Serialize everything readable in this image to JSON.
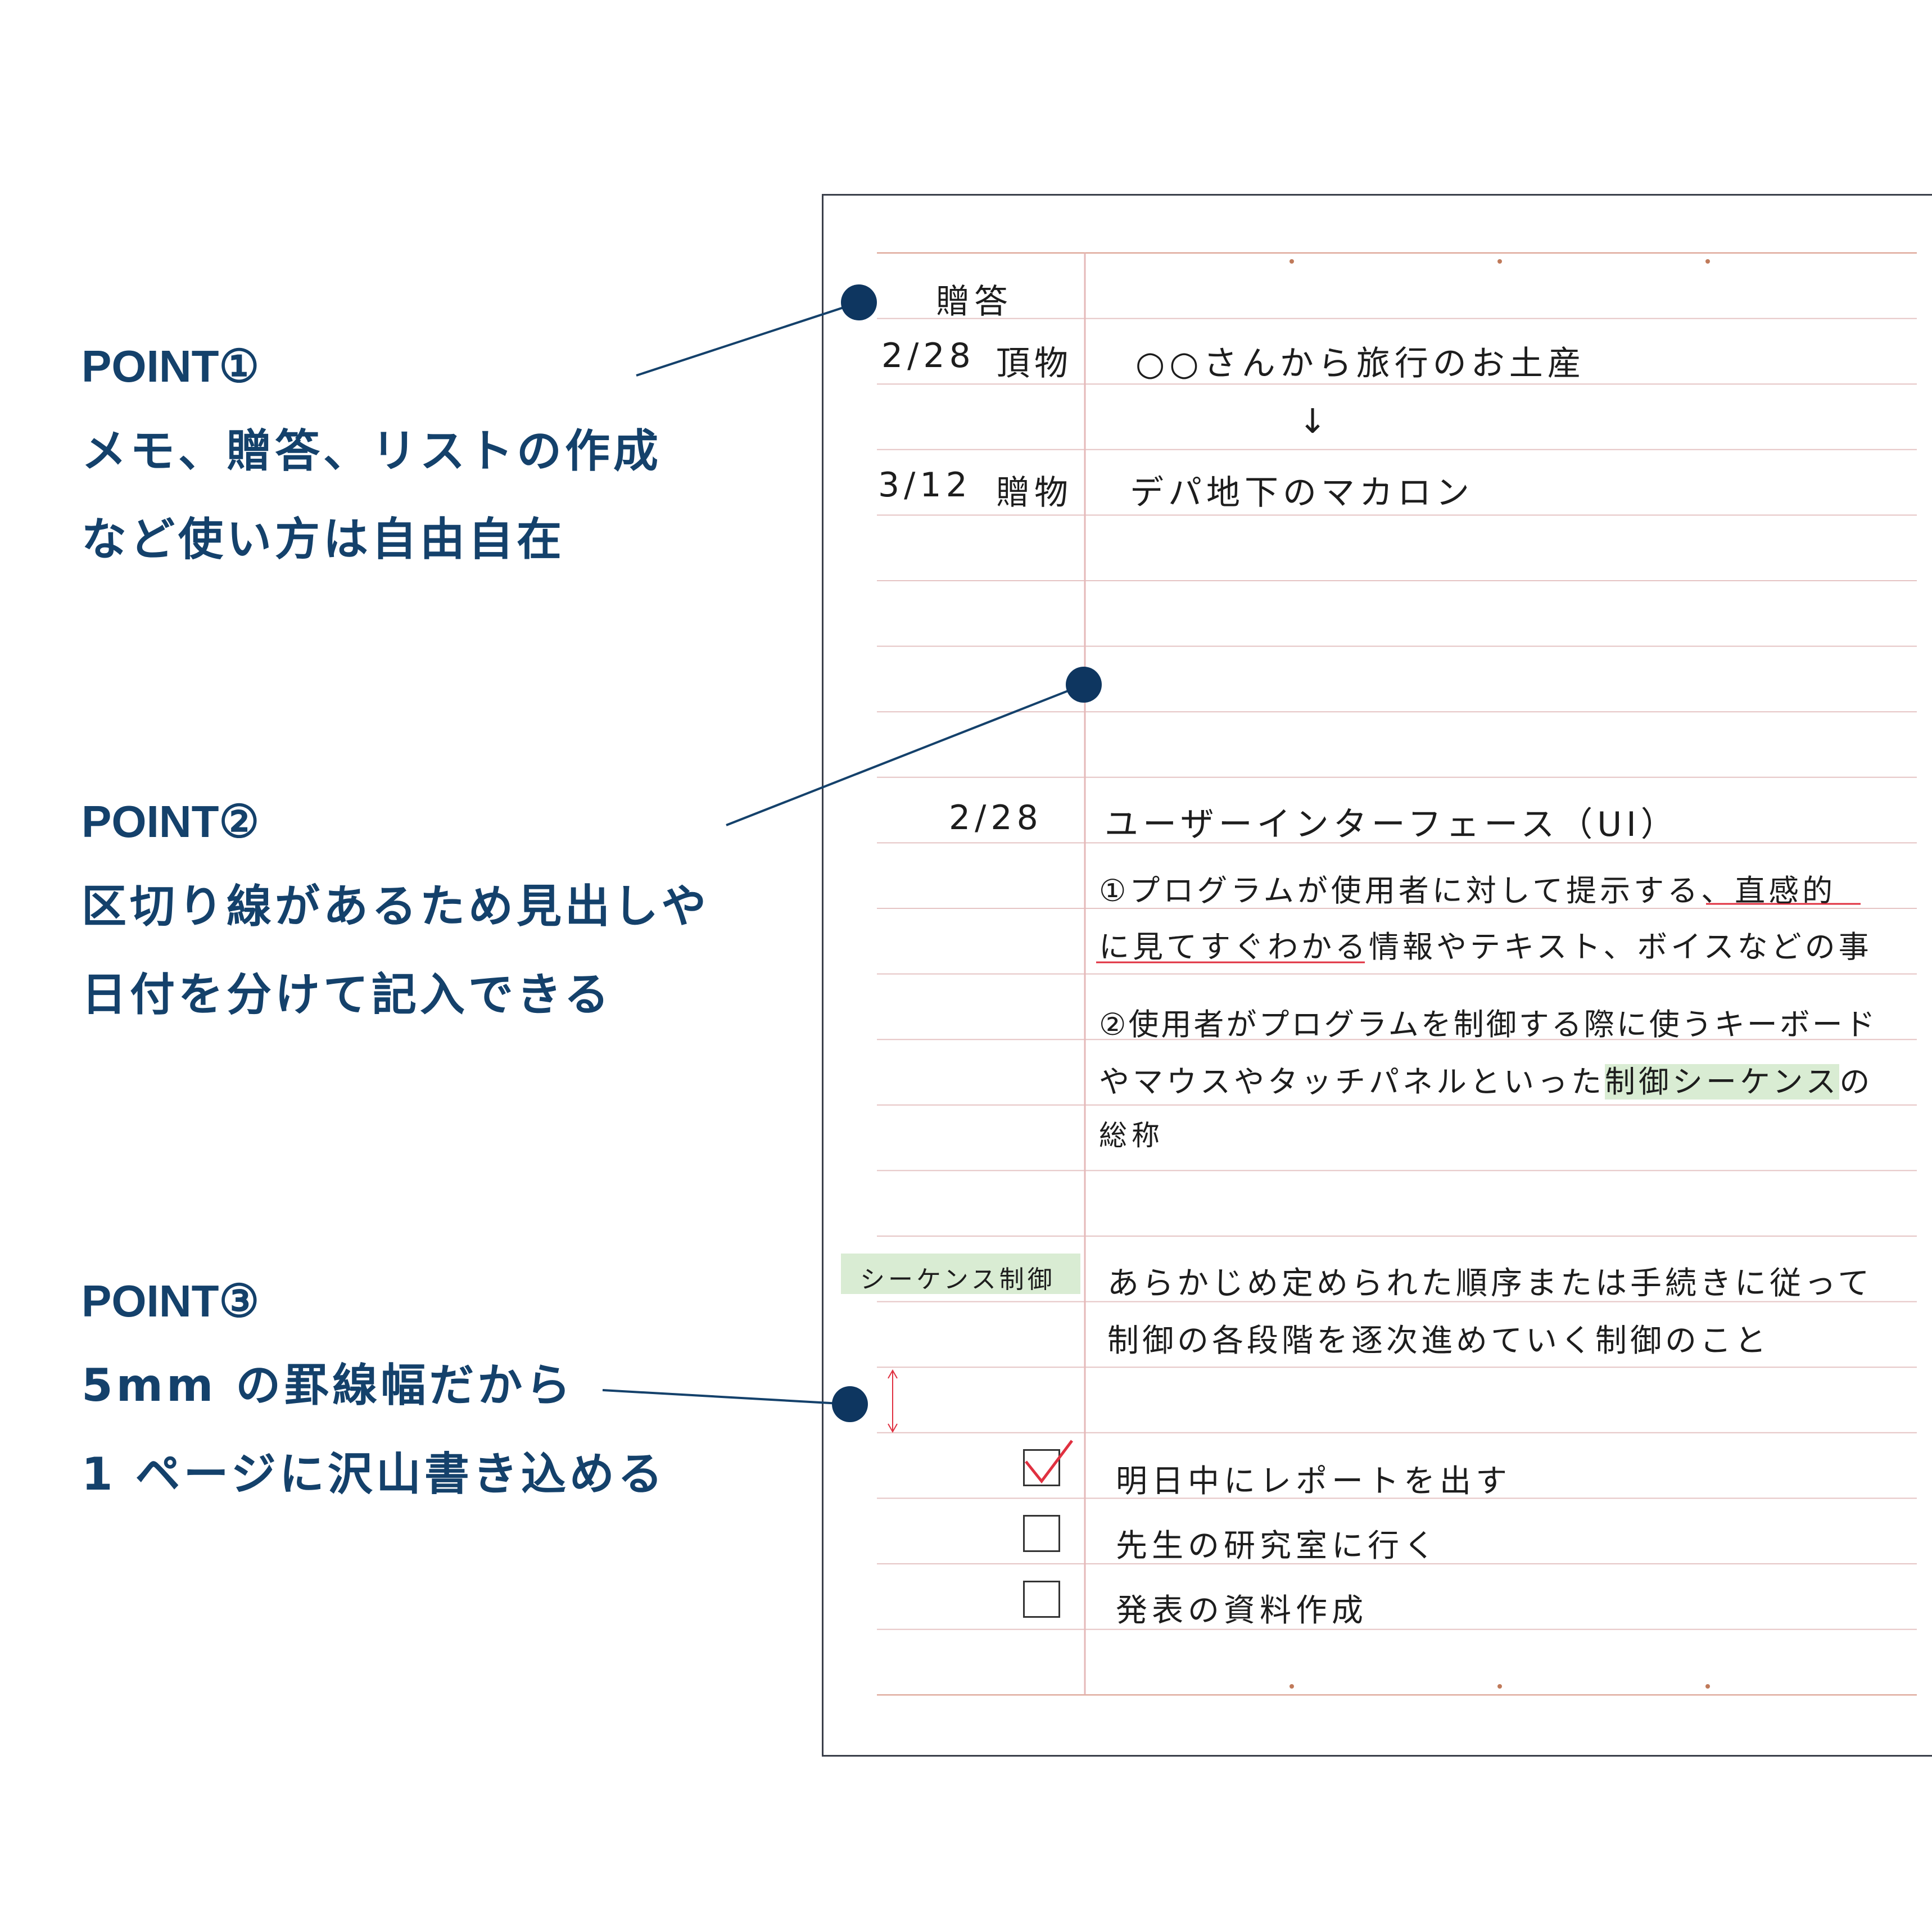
{
  "points": [
    {
      "heading": "POINT①",
      "lines": [
        "メモ、贈答、リストの作成",
        "など使い方は自由自在"
      ]
    },
    {
      "heading": "POINT②",
      "lines": [
        "区切り線があるため見出しや",
        "日付を分けて記入できる"
      ]
    },
    {
      "heading": "POINT③",
      "lines": [
        "5mm の罫線幅だから",
        "1 ページに沢山書き込める"
      ]
    }
  ],
  "notebook": {
    "gift": {
      "title": "贈答",
      "rows": [
        {
          "date": "2/28",
          "label": "頂物",
          "text": "○○さんから旅行のお土産"
        },
        {
          "arrow": "↓"
        },
        {
          "date": "3/12",
          "label": "贈物",
          "text": "デパ地下のマカロン"
        }
      ]
    },
    "ui": {
      "date": "2/28",
      "heading": "ユーザーインターフェース（UI）",
      "line1": "①プログラムが使用者に対して提示する、",
      "line1_underlined": "直感的",
      "line2_underlined": "に見てすぐわかる",
      "line2": "情報やテキスト、ボイスなどの事",
      "line3": "②使用者がプログラムを制御する際に使うキーボード",
      "line4": "やマウスやタッチパネルといった",
      "line4_highlight": "制御シーケンス",
      "line4_end": "の",
      "line5": "総称"
    },
    "sequence": {
      "label": "シーケンス制御",
      "line1": "あらかじめ定められた順序または手続きに従って",
      "line2": "制御の各段階を逐次進めていく制御のこと"
    },
    "todo": [
      {
        "text": "明日中にレポートを出す",
        "checked": true
      },
      {
        "text": "先生の研究室に行く",
        "checked": false
      },
      {
        "text": "発表の資料作成",
        "checked": false
      }
    ]
  },
  "colors": {
    "accent": "#14416b",
    "rule": "#e5b9b9",
    "margin_rule": "#e5b9b9",
    "highlight_green": "#d9ecd3",
    "underline_red": "#e03040",
    "check_red": "#e03040"
  }
}
